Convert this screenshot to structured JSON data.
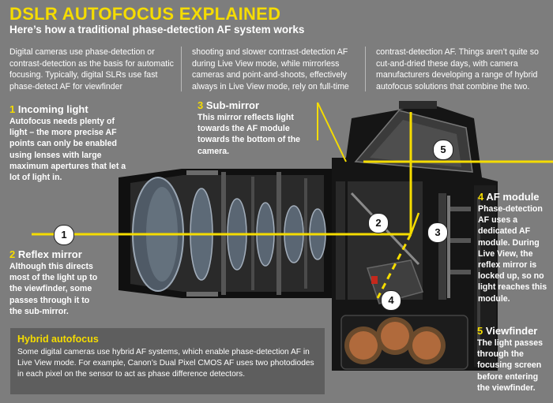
{
  "header": {
    "title": "DSLR AUTOFOCUS EXPLAINED",
    "subtitle": "Here’s how a traditional phase-detection AF system works"
  },
  "intro": {
    "col1": "Digital cameras use phase-detection or contrast-detection as the basis for automatic focusing. Typically, digital SLRs use fast phase-detect AF for viewfinder",
    "col2": "shooting and slower contrast-detection AF during Live View mode, while mirrorless cameras and point-and-shoots, effectively always in Live View mode, rely on full-time",
    "col3": "contrast-detection AF. Things aren’t quite so cut-and-dried these days, with camera manufacturers developing a range of hybrid autofocus solutions that combine the two."
  },
  "callouts": [
    {
      "num": "1",
      "title": "Incoming light",
      "body": "Autofocus needs plenty of light – the more precise AF points can only be enabled using lenses with large maximum apertures that let a lot of light in."
    },
    {
      "num": "2",
      "title": "Reflex mirror",
      "body": "Although this directs most of the light up to the viewfinder, some passes through it to the sub-mirror."
    },
    {
      "num": "3",
      "title": "Sub-mirror",
      "body": "This mirror reflects light towards the AF module towards the bottom of the camera."
    },
    {
      "num": "4",
      "title": "AF module",
      "body": "Phase-detection AF uses a dedicated AF module. During Live View, the reflex mirror is locked up, so no light reaches this module."
    },
    {
      "num": "5",
      "title": "Viewfinder",
      "body": "The light passes through the focusing screen before entering the viewfinder."
    }
  ],
  "hybrid": {
    "title": "Hybrid autofocus",
    "body": "Some digital cameras use hybrid AF systems, which enable phase-detection AF in Live View mode. For example, Canon’s Dual Pixel CMOS AF uses two photodiodes in each pixel on the sensor to act as phase difference detectors."
  },
  "badges": [
    "1",
    "2",
    "3",
    "4",
    "5"
  ],
  "colors": {
    "background": "#7d7d7d",
    "accent_yellow": "#f5dc00",
    "panel": "#5e5e5e",
    "camera_body": "#1a1a1a"
  }
}
